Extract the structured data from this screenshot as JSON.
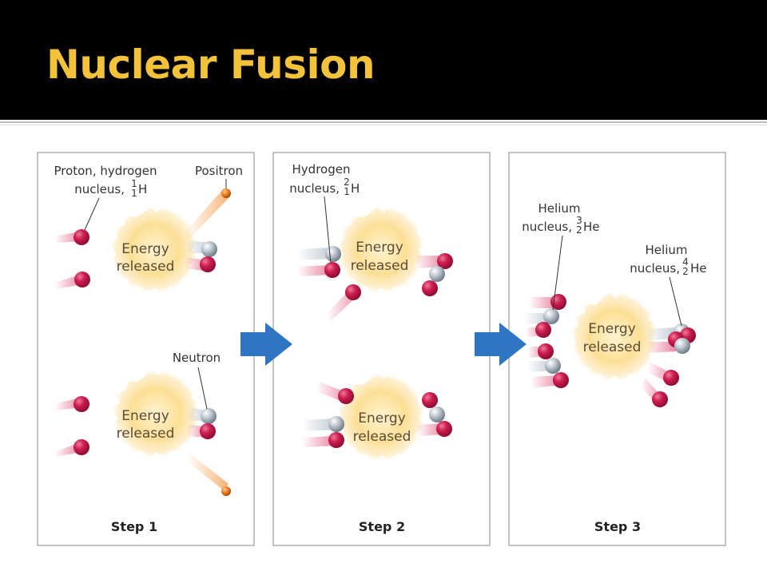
{
  "slide": {
    "title": "Nuclear Fusion"
  },
  "steps": [
    {
      "label": "Step 1",
      "labels": {
        "proton_line1": "Proton, hydrogen",
        "proton_line2": "nucleus,",
        "proton_sup": "1",
        "proton_sub": "1",
        "proton_symbol": "H",
        "positron": "Positron",
        "neutron": "Neutron"
      },
      "energy_line1": "Energy",
      "energy_line2": "released"
    },
    {
      "label": "Step 2",
      "labels": {
        "hydrogen_line1": "Hydrogen",
        "hydrogen_line2": "nucleus,",
        "hydrogen_sup": "2",
        "hydrogen_sub": "1",
        "hydrogen_symbol": "H"
      },
      "energy_line1": "Energy",
      "energy_line2": "released"
    },
    {
      "label": "Step 3",
      "labels": {
        "he3_line1": "Helium",
        "he3_line2": "nucleus,",
        "he3_sup": "3",
        "he3_sub": "2",
        "he3_symbol": "He",
        "he4_line1": "Helium",
        "he4_line2": "nucleus,",
        "he4_sup": "4",
        "he4_sub": "2",
        "he4_symbol": "He"
      },
      "energy_line1": "Energy",
      "energy_line2": "released"
    }
  ],
  "colors": {
    "proton": "#c8174a",
    "neutron": "#a9b3bd",
    "positron": "#e87a1e",
    "energy": "#fbd98a",
    "arrow": "#2e75c4",
    "title": "#f2c33a"
  }
}
